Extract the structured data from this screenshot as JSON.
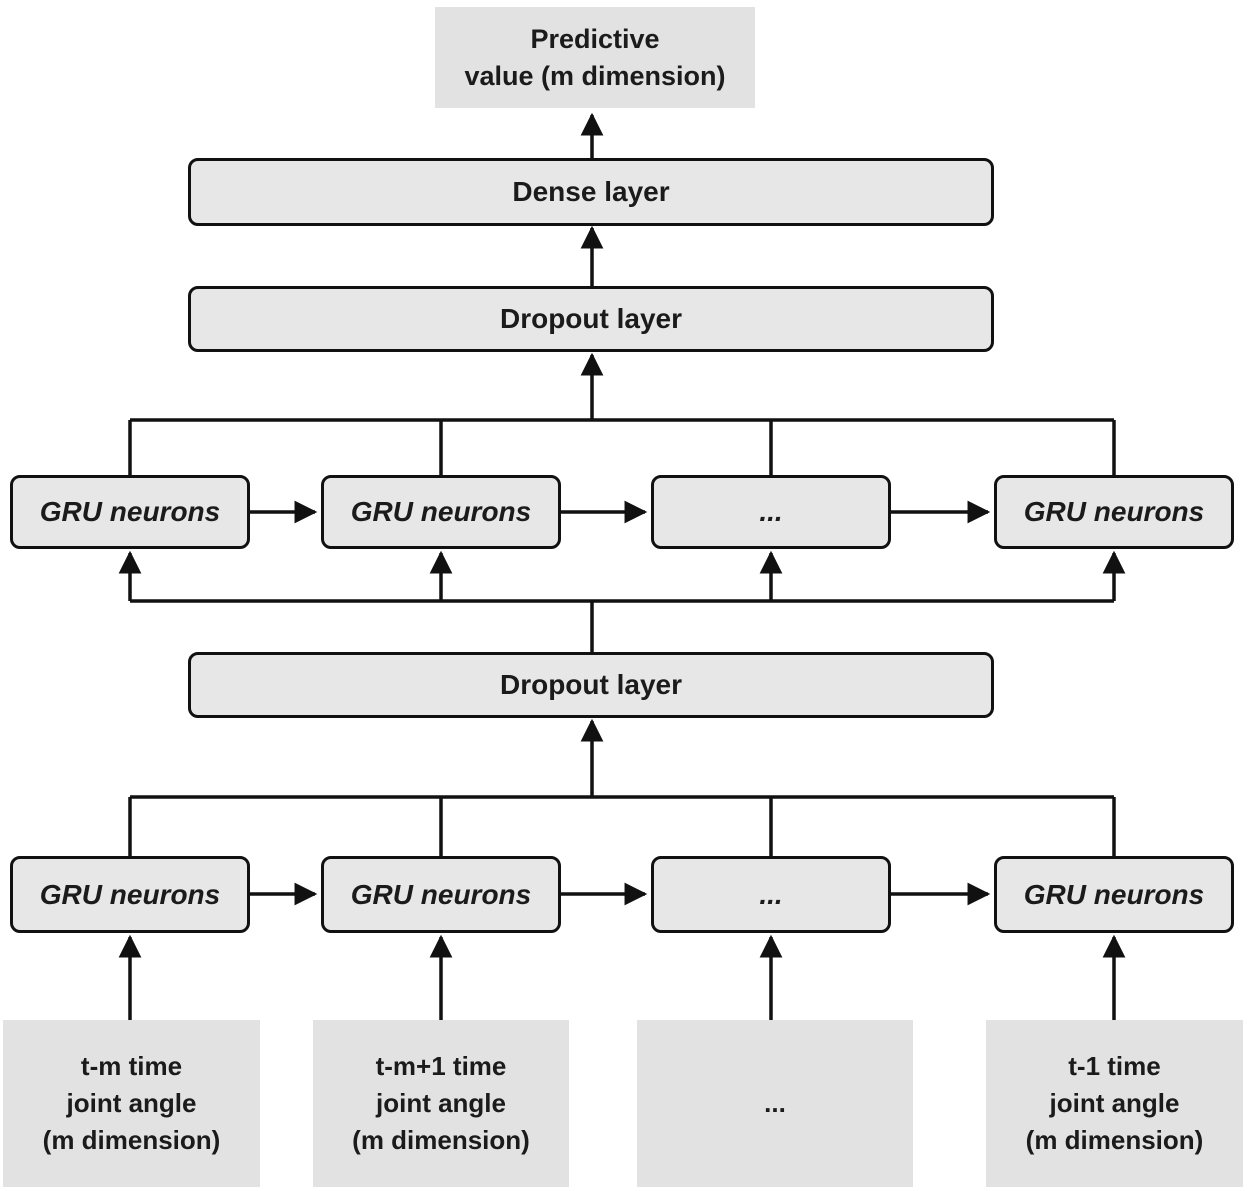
{
  "colors": {
    "background": "#ffffff",
    "line": "#111111",
    "bordered_box_fill": "#e7e7e7",
    "plain_box_fill": "#e2e2e2",
    "text": "#1b1b1b"
  },
  "output_box": {
    "label": "Predictive\nvalue (m dimension)"
  },
  "dense_layer": {
    "label": "Dense layer"
  },
  "dropout_layer_upper": {
    "label": "Dropout layer"
  },
  "dropout_layer_middle": {
    "label": "Dropout layer"
  },
  "gru_row_upper": {
    "cells": [
      "GRU neurons",
      "GRU neurons",
      "...",
      "GRU neurons"
    ]
  },
  "gru_row_lower": {
    "cells": [
      "GRU neurons",
      "GRU neurons",
      "...",
      "GRU neurons"
    ]
  },
  "input_row": {
    "cells": [
      "t-m time\njoint angle\n(m dimension)",
      "t-m+1 time\njoint angle\n(m dimension)",
      "...",
      "t-1 time\njoint angle\n(m dimension)"
    ]
  }
}
